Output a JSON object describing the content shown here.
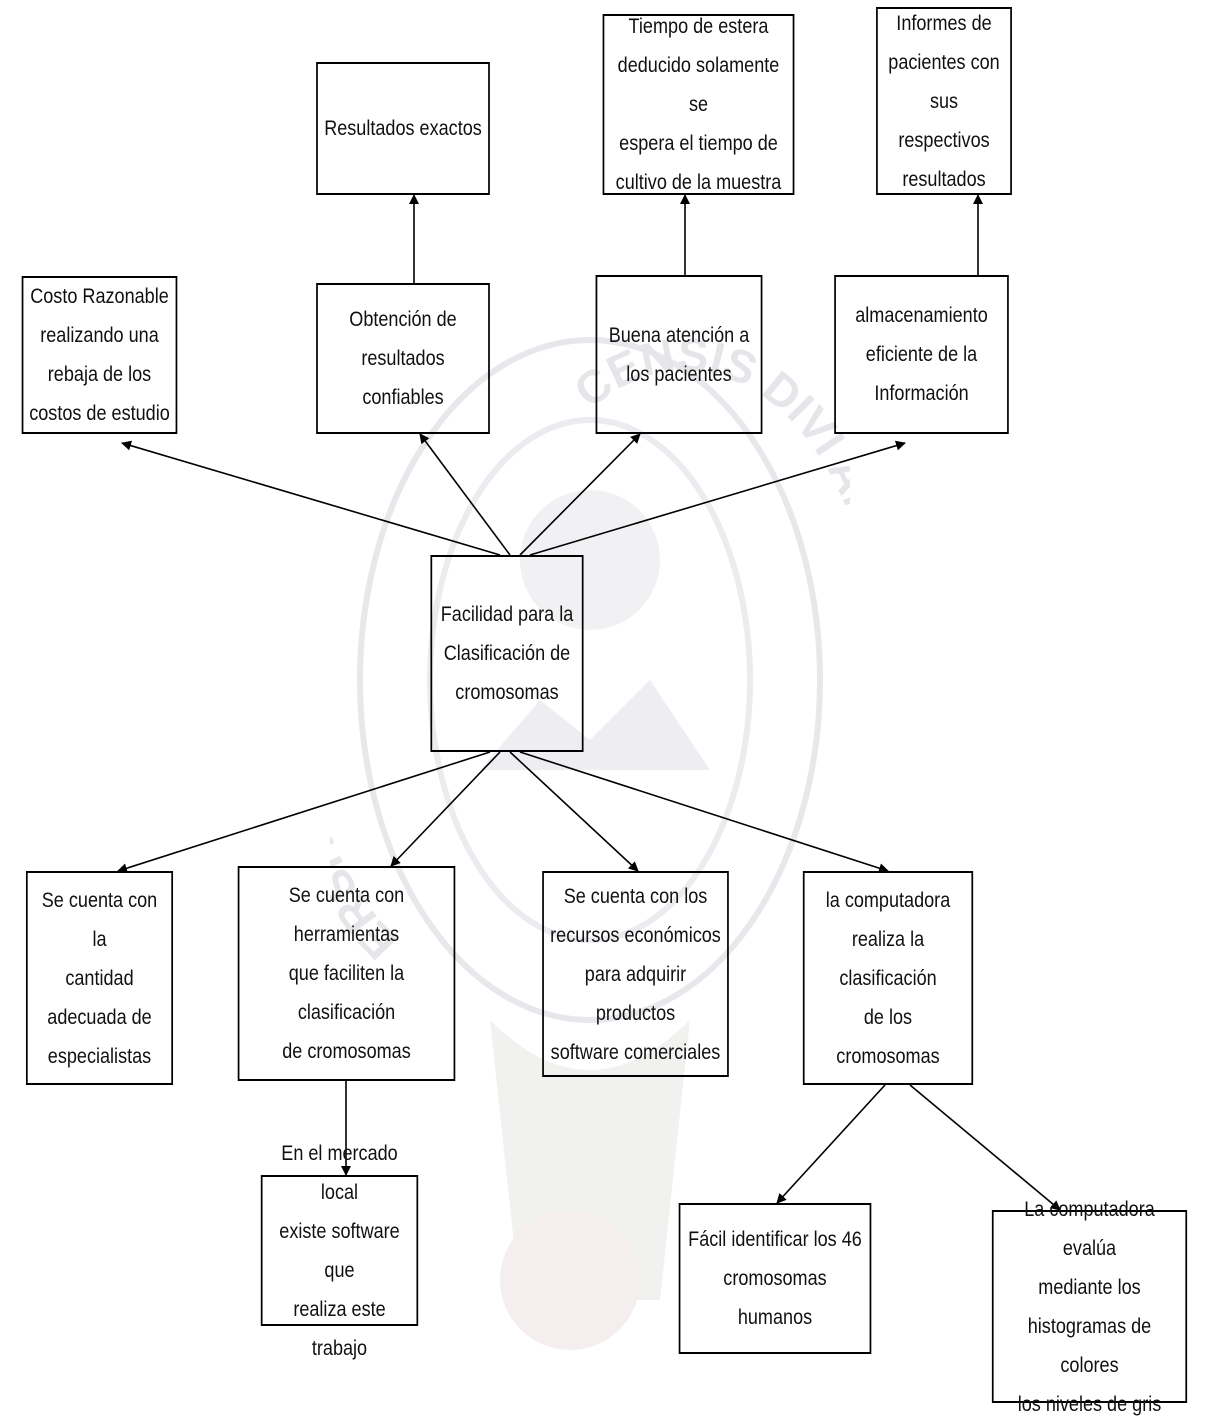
{
  "nodes": {
    "costo": "Costo Razonable\nrealizando una\nrebaja de los\ncostos de estudio",
    "obtencion": "Obtención de\nresultados confiables",
    "resultados_exactos": "Resultados exactos",
    "buena_atencion": "Buena  atención a\nlos pacientes",
    "tiempo_espera": "Tiempo de estera\ndeducido solamente se\nespera el tiempo de\ncultivo de la muestra",
    "almacenamiento": "almacenamiento\neficiente de la\nInformación",
    "informes": "Informes de\npacientes con\nsus respectivos\nresultados",
    "facilidad": "Facilidad para la\nClasificación de\ncromosomas",
    "especialistas": "Se cuenta con la\ncantidad\nadecuada de\nespecialistas",
    "herramientas": "Se cuenta con herramientas\nque faciliten la clasificación\nde cromosomas",
    "recursos": "Se cuenta con los\nrecursos económicos\npara adquirir productos\nsoftware comerciales",
    "computadora": "la computadora\nrealiza la clasificación\nde  los cromosomas",
    "mercado_local": "En el mercado local\nexiste software que\nrealiza este trabajo",
    "facil_identificar": "Fácil identificar los 46\ncromosomas humanos",
    "evalua_histogramas": "La computadora evalúa\nmediante los\nhistogramas de colores\nlos niveles de gris"
  },
  "watermark": {
    "text_left": "ERSITAS MAJOR PA",
    "text_right": "CENSIS DIVI ANDR"
  }
}
